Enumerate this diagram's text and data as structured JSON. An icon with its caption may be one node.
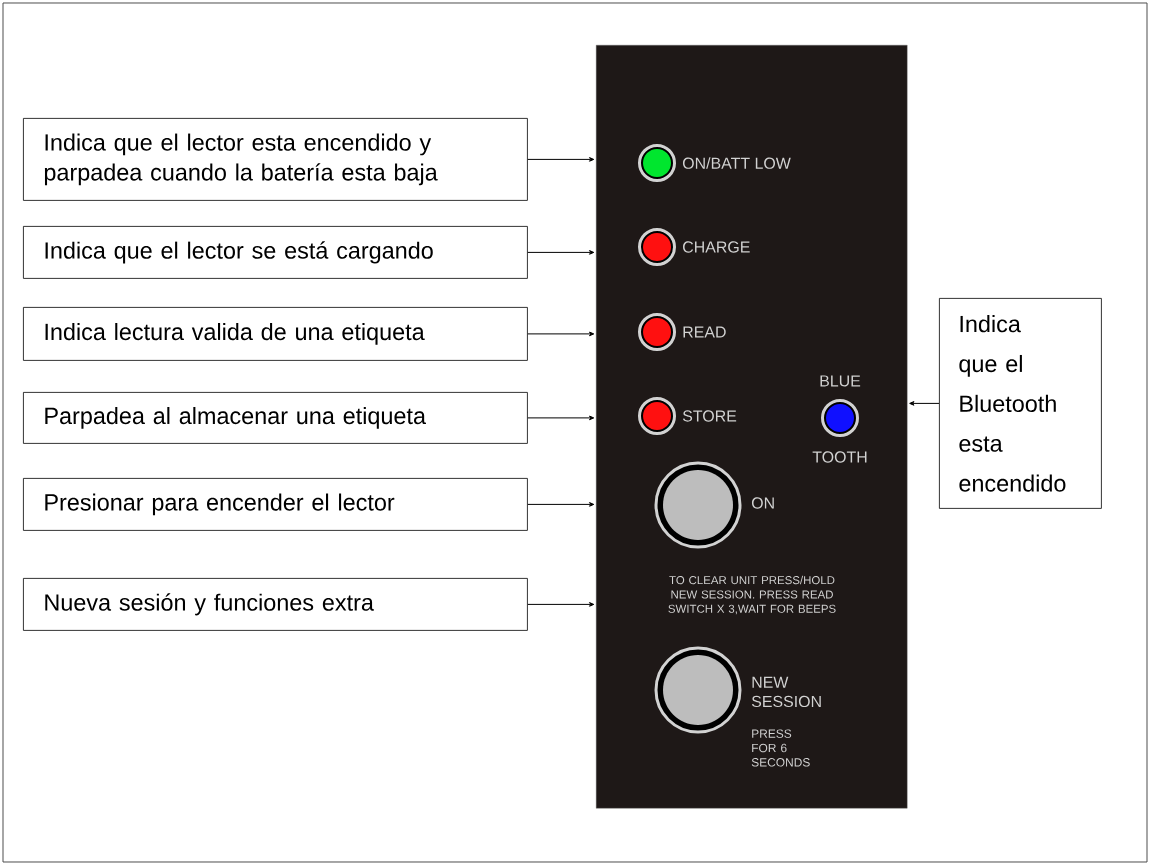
{
  "diagram": {
    "nodes": [
      {
        "text": [
          "Indica que el lector esta encendido y parpadea cuando la batería esta baja"
        ]
      },
      {
        "text": [
          "Indica que el lector se está cargando"
        ]
      },
      {
        "text": [
          "Indica lectura valida de una etiqueta"
        ]
      },
      {
        "text": [
          "Parpadea al almacenar una etiqueta"
        ]
      },
      {
        "text": [
          "Presionar para encender el lector"
        ]
      },
      {
        "text": [
          "Nueva sesión y funciones extra"
        ]
      },
      {
        "text": [
          "Indica que el Bluetooth esta encendido"
        ]
      },
      {
        "text": [
          "ON/BATT LOW",
          "CHARGE",
          "READ",
          "STORE",
          "BLUE",
          "TOOTH",
          "ON",
          "TO CLEAR UNIT PRESS/HOLD NEW SESSION. PRESS READ SWITCH X 3,WAIT FOR BEEPS",
          "NEW SESSION",
          "PRESS FOR 6 SECONDS"
        ]
      }
    ],
    "edges": [
      {
        "from": 0,
        "to": 7,
        "arrow": "to"
      },
      {
        "from": 1,
        "to": 7,
        "arrow": "to"
      },
      {
        "from": 2,
        "to": 7,
        "arrow": "to"
      },
      {
        "from": 3,
        "to": 7,
        "arrow": "to"
      },
      {
        "from": 4,
        "to": 7,
        "arrow": "to"
      },
      {
        "from": 5,
        "to": 7,
        "arrow": "to"
      },
      {
        "from": 6,
        "to": 7,
        "arrow": "to"
      }
    ]
  }
}
